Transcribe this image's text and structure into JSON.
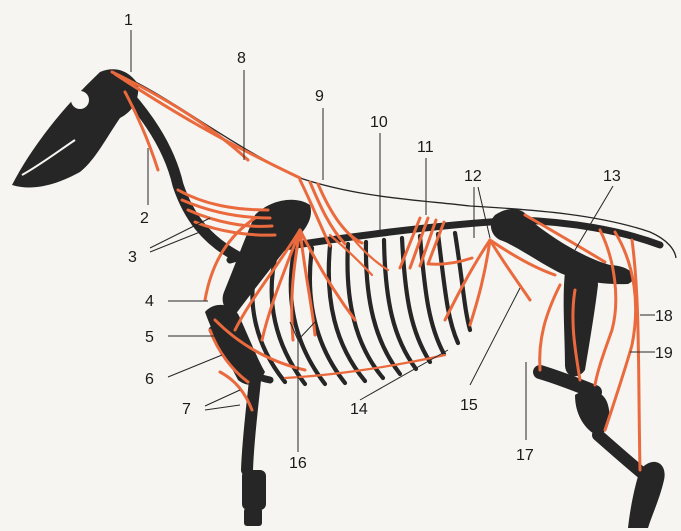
{
  "labels": [
    "1",
    "2",
    "3",
    "4",
    "5",
    "6",
    "7",
    "8",
    "9",
    "10",
    "11",
    "12",
    "13",
    "14",
    "15",
    "16",
    "17",
    "18",
    "19"
  ],
  "colors": {
    "bone": "#262626",
    "muscle": "#ea6a3e",
    "background": "#f6f5f1"
  }
}
